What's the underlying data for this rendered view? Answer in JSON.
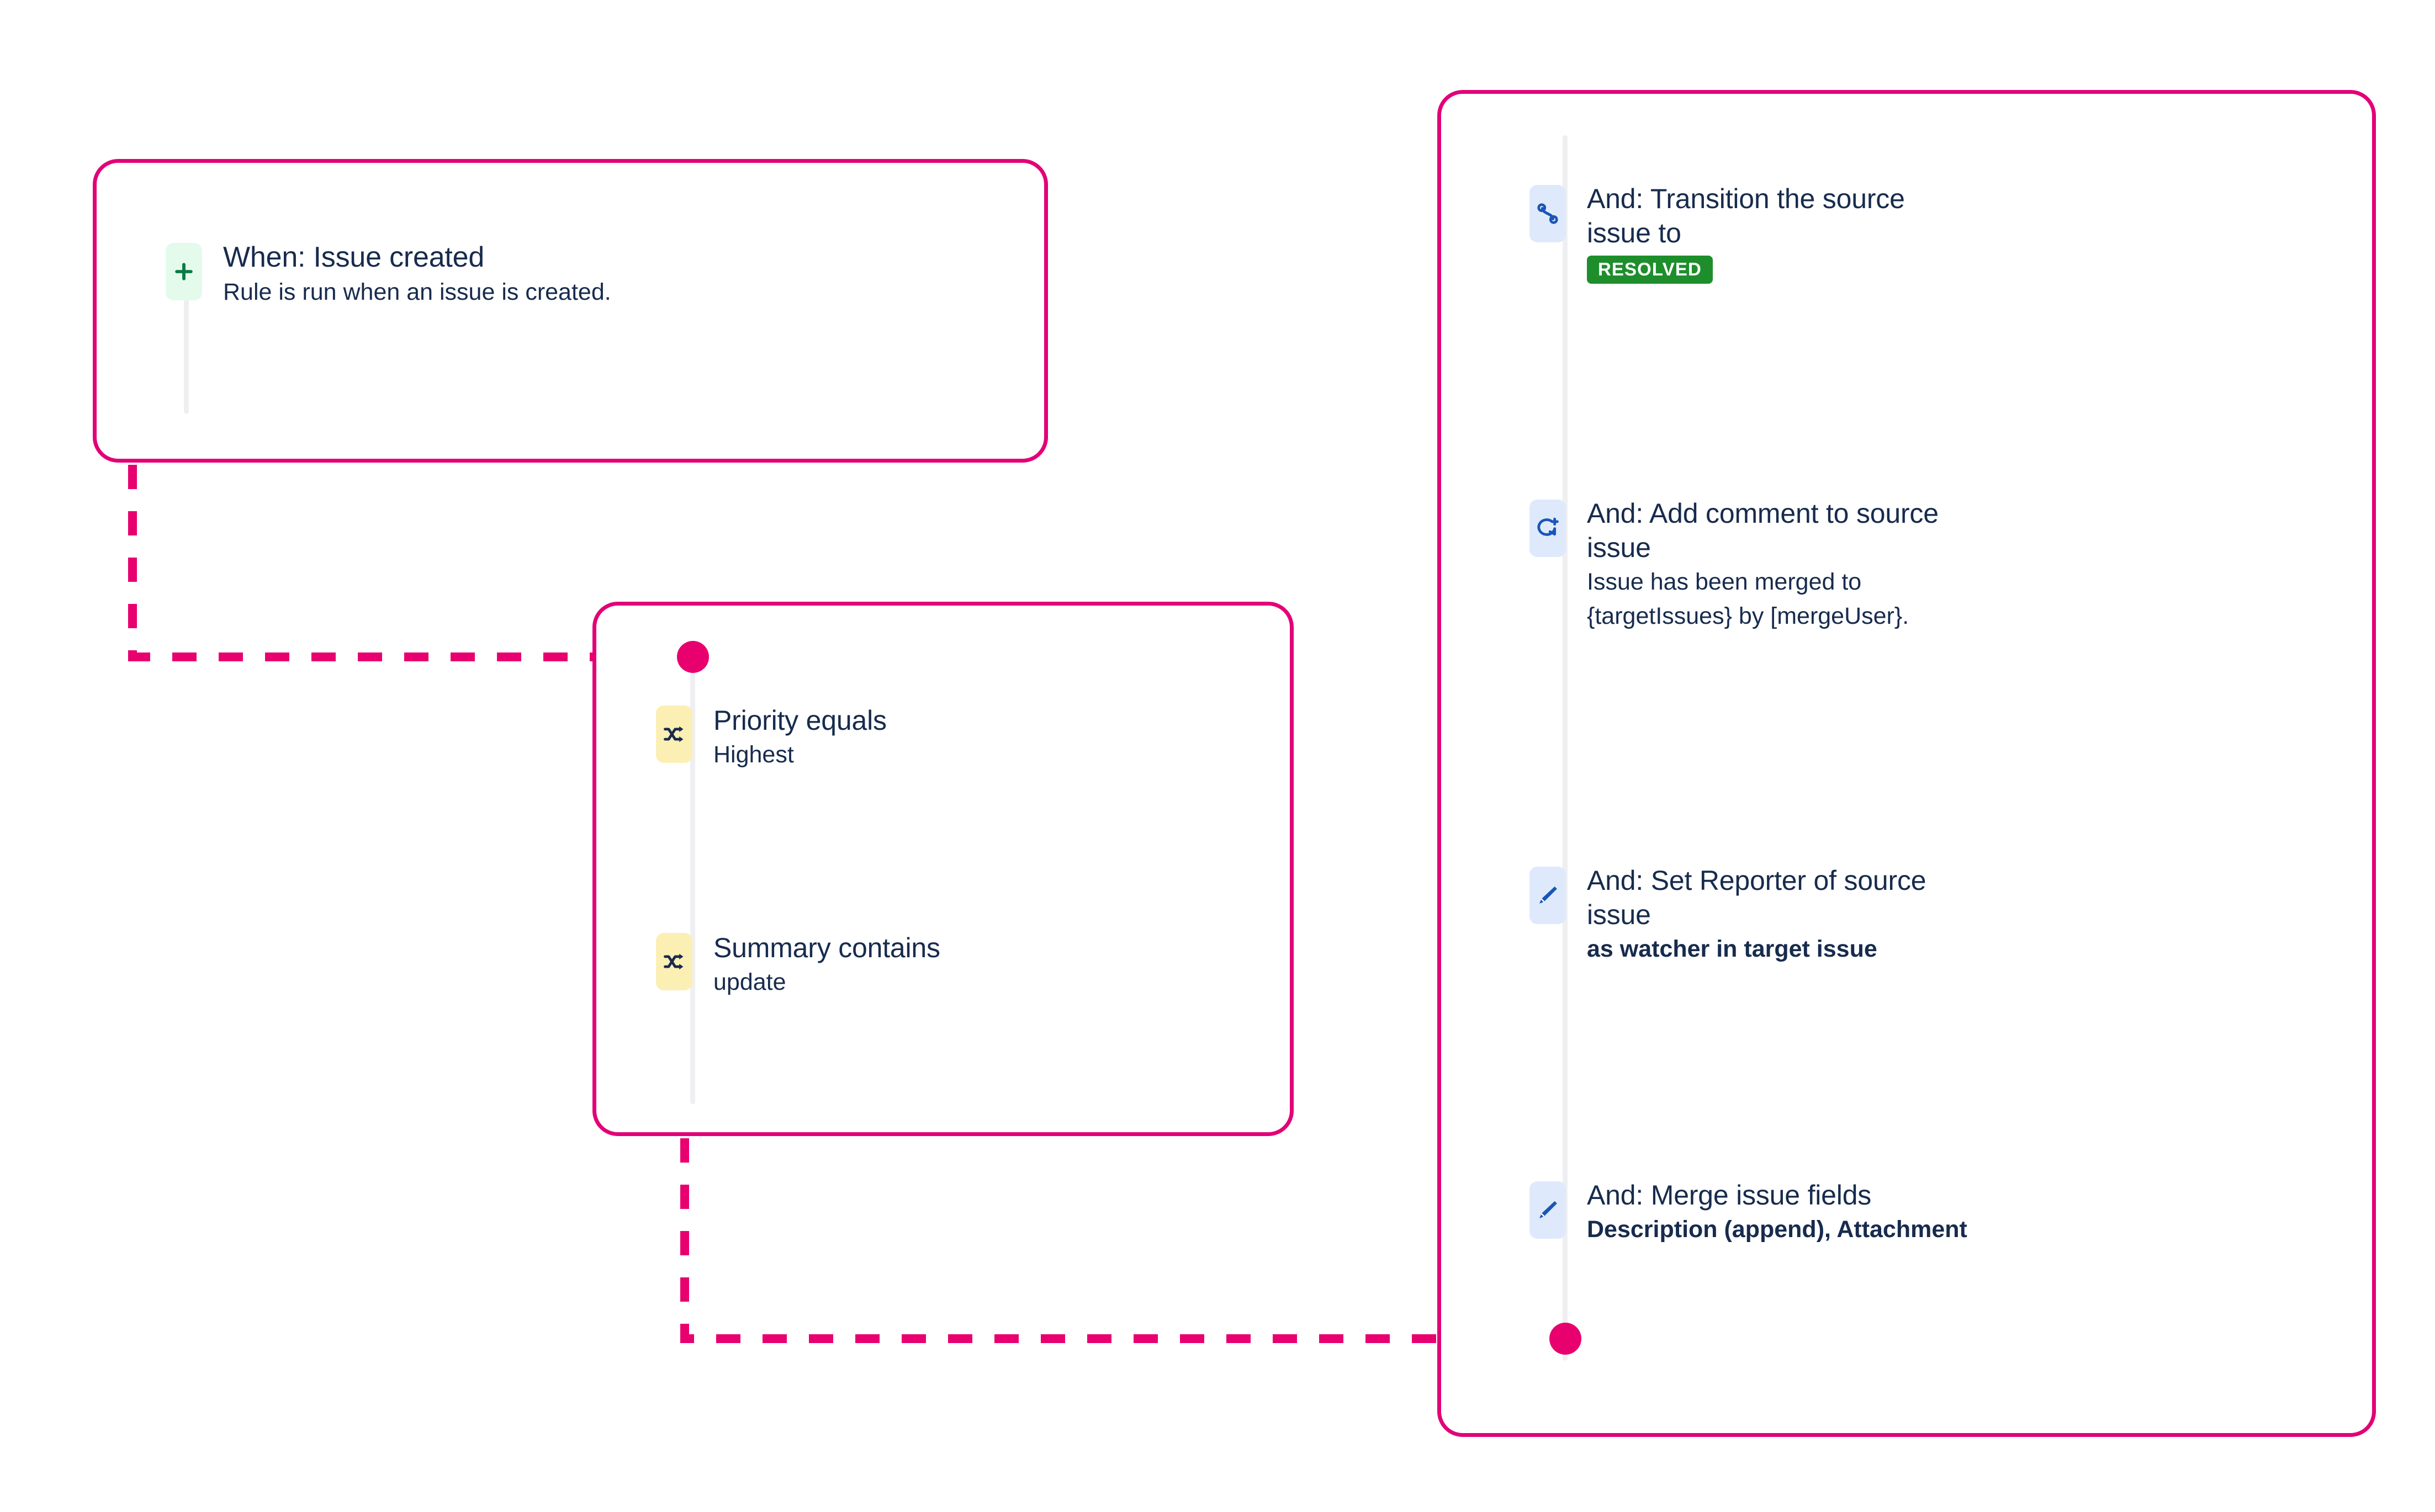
{
  "theme": {
    "accent_pink": "#E20177",
    "dot_pink": "#E8006F",
    "text_navy": "#172B4D",
    "rail_gray": "#EFEFF1",
    "trigger_icon_bg": "#E4FBEC",
    "trigger_icon_fg": "#0B7A45",
    "condition_icon_bg": "#FBEFB4",
    "condition_icon_fg": "#172B4D",
    "action_icon_bg": "#DEEAFB",
    "action_icon_fg": "#1A55B8",
    "badge_green": "#1E8E2C",
    "background": "#FFFFFF"
  },
  "trigger_card": {
    "icon": "plus-icon",
    "title": "When: Issue created",
    "description": "Rule is run when an issue is created."
  },
  "conditions_card": {
    "items": [
      {
        "icon": "shuffle-icon",
        "title": "Priority equals",
        "value": "Highest"
      },
      {
        "icon": "shuffle-icon",
        "title": "Summary contains",
        "value": "update"
      }
    ]
  },
  "actions_card": {
    "items": [
      {
        "icon": "transition-icon",
        "title": "And: Transition the source\nissue to",
        "badge": "RESOLVED",
        "detail": "",
        "detail_bold": false
      },
      {
        "icon": "add-comment-icon",
        "title": "And: Add comment to source\nissue",
        "badge": "",
        "detail": "Issue has been merged to\n{targetIssues} by [mergeUser}.",
        "detail_bold": false
      },
      {
        "icon": "pencil-icon",
        "title": "And: Set Reporter of source\nissue",
        "badge": "",
        "detail": "as watcher in target issue",
        "detail_bold": true
      },
      {
        "icon": "pencil-icon",
        "title": "And: Merge issue fields",
        "badge": "",
        "detail": "Description (append), Attachment",
        "detail_bold": true
      }
    ]
  }
}
